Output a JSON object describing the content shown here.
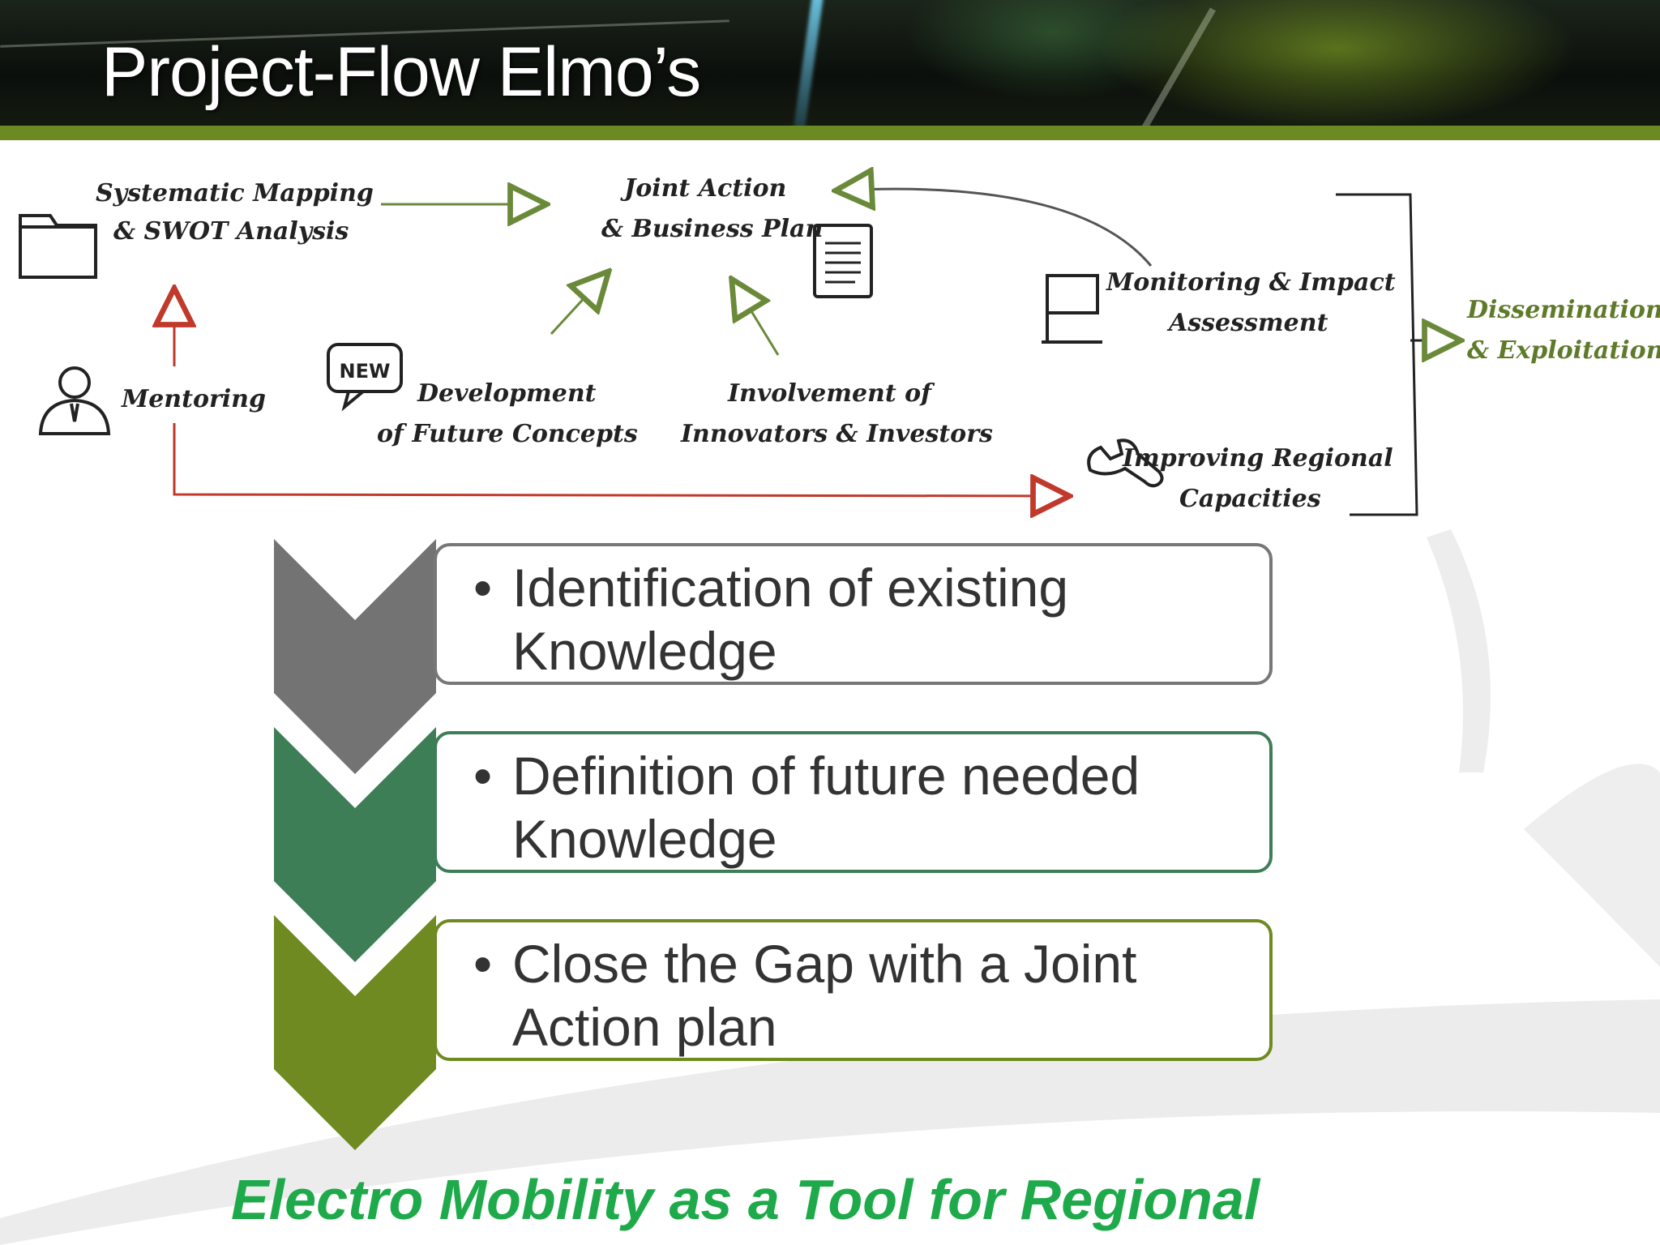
{
  "slide": {
    "title": "Project-Flow Elmo’s",
    "footer": "Electro Mobility as a Tool for Regional"
  },
  "diagram": {
    "systematic_mapping": [
      "Systematic Mapping",
      "& SWOT Analysis"
    ],
    "joint_action": [
      "Joint Action",
      "& Business Plan"
    ],
    "monitoring": [
      "Monitoring & Impact",
      "Assessment"
    ],
    "dissemination": [
      "Dissemination",
      "& Exploitation"
    ],
    "mentoring": "Mentoring",
    "development": [
      "Development",
      "of Future Concepts"
    ],
    "involvement": [
      "Involvement of",
      "Innovators & Investors"
    ],
    "improving": [
      "Improving Regional",
      "Capacities"
    ],
    "new_badge": "NEW"
  },
  "steps": [
    {
      "bullet": "•",
      "text": "Identification of existing Knowledge",
      "color": "#737373"
    },
    {
      "bullet": "•",
      "text": "Definition of future needed Knowledge",
      "color": "#3e7e57"
    },
    {
      "bullet": "•",
      "text": "Close the Gap with a Joint Action plan",
      "color": "#6e8a20"
    }
  ],
  "colors": {
    "accent_bar": "#6b8a22",
    "footer_text": "#1eaa4a",
    "arrow_green": "#6a8a3a",
    "arrow_red": "#c0392b"
  },
  "icons": [
    "folder-icon",
    "document-icon",
    "monitor-icon",
    "person-icon",
    "speech-bubble-icon",
    "wrench-icon"
  ]
}
